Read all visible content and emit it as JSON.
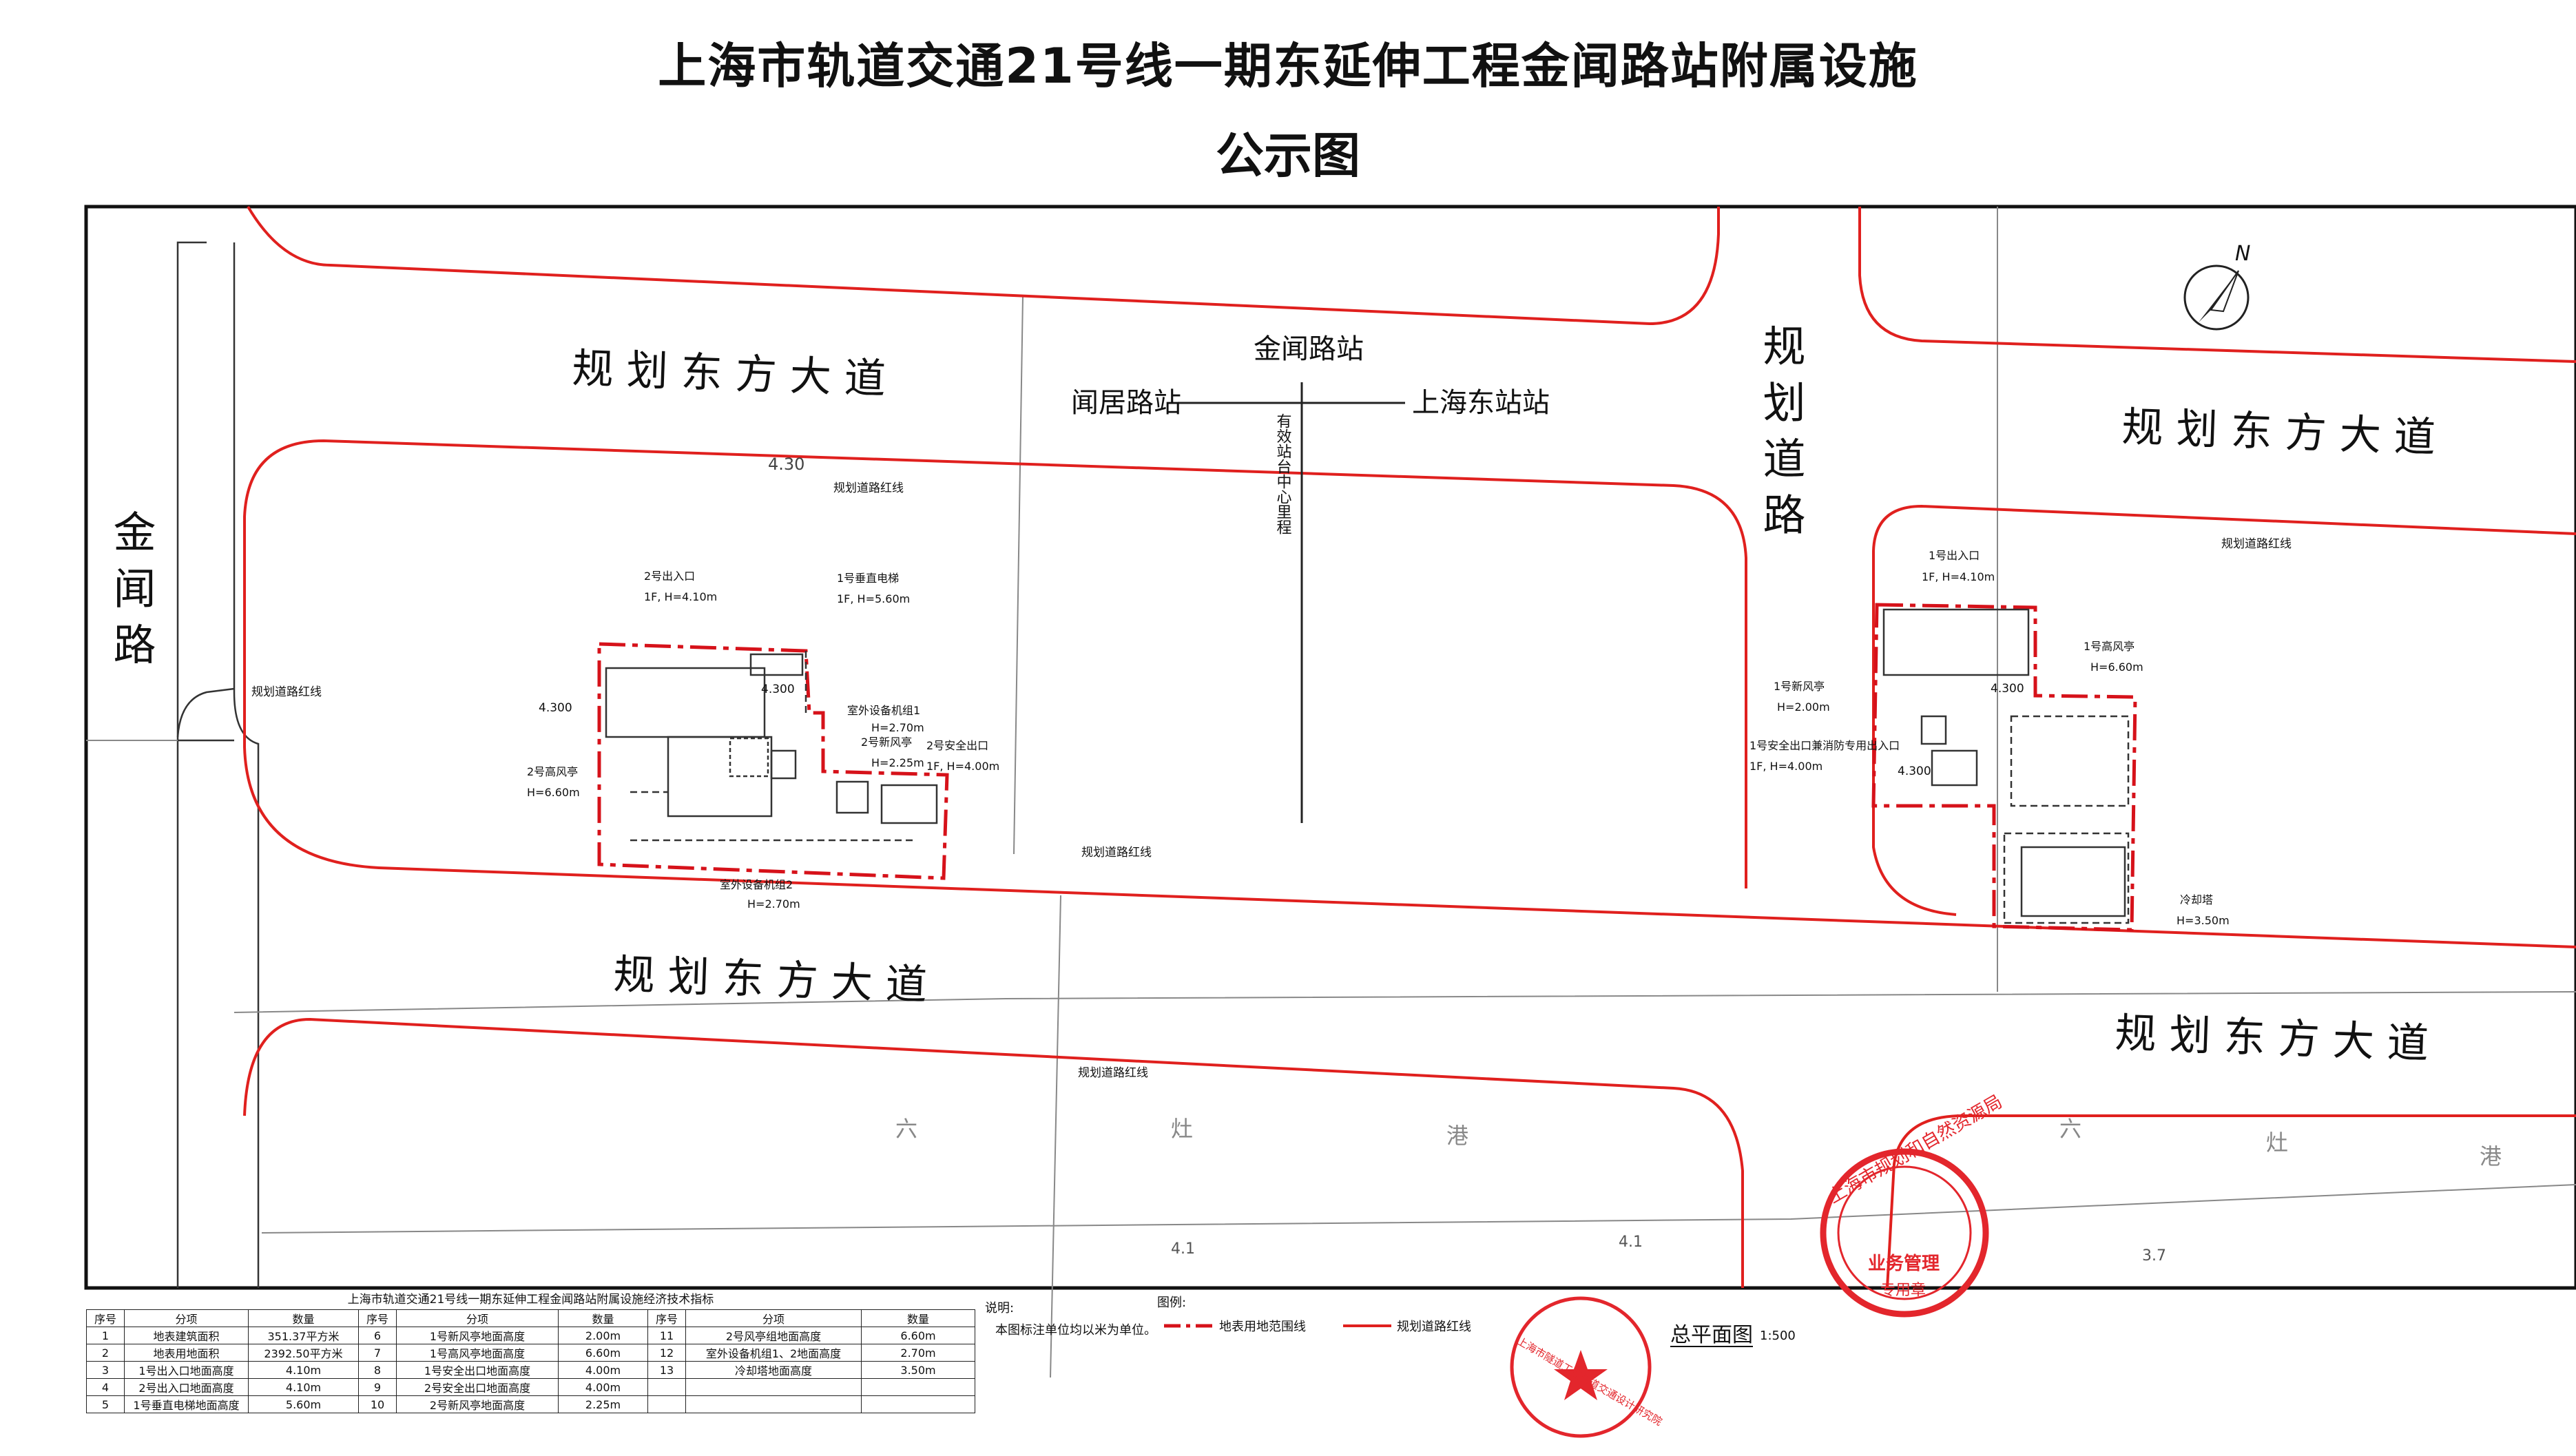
{
  "title": {
    "line1": "上海市轨道交通21号线一期东延伸工程金闻路站附属设施",
    "line2": "公示图"
  },
  "map": {
    "roads": {
      "upper_left": "规 划 东 方 大 道",
      "upper_right": "规 划 东 方 大 道",
      "lower_left": "规 划 东 方 大 道",
      "lower_right": "规 划 东 方 大 道",
      "left_vertical": "金 闻 路",
      "middle_vertical": "规 划 道 路"
    },
    "station": {
      "name": "金闻路站",
      "prev": "闻居路站",
      "next": "上海东站站",
      "center_line": "有效站台中心里程"
    },
    "red_line_label": "规划道路红线",
    "elevations": [
      "4.30",
      "4.300",
      "4.300",
      "4.300",
      "4.300",
      "4.1",
      "4.1",
      "3.7"
    ],
    "river_chars": [
      "六",
      "灶",
      "港",
      "六",
      "灶",
      "港"
    ],
    "west_labels": {
      "exit2": "2号出入口",
      "exit2_spec": "1F, H=4.10m",
      "elevator1": "1号垂直电梯",
      "elevator1_spec": "1F, H=5.60m",
      "outdoor_unit1": "室外设备机组1",
      "outdoor_unit1_spec": "H=2.70m",
      "fresh_air2": "2号新风亭",
      "fresh_air2_spec": "H=2.25m",
      "safe_exit2": "2号安全出口",
      "safe_exit2_spec": "1F, H=4.00m",
      "high_air2": "2号高风亭",
      "high_air2_spec": "H=6.60m",
      "outdoor_unit2": "室外设备机组2",
      "outdoor_unit2_spec": "H=2.70m"
    },
    "east_labels": {
      "exit1": "1号出入口",
      "exit1_spec": "1F, H=4.10m",
      "high_air1": "1号高风亭",
      "high_air1_spec": "H=6.60m",
      "fresh_air1": "1号新风亭",
      "fresh_air1_spec": "H=2.00m",
      "safe_exit1": "1号安全出口兼消防专用出入口",
      "safe_exit1_spec": "1F, H=4.00m",
      "cooling_tower": "冷却塔",
      "cooling_tower_spec": "H=3.50m"
    },
    "north": "N",
    "stamp_text": "上海市规划和自然资源局",
    "stamp_sub": "业务管理",
    "stamp_bottom": "专用章",
    "stamp2_text": "上海市隧道工程轨道交通设计研究院"
  },
  "tech_table": {
    "caption": "上海市轨道交通21号线一期东延伸工程金闻路站附属设施经济技术指标",
    "headers": [
      "序号",
      "分项",
      "数量",
      "序号",
      "分项",
      "数量",
      "序号",
      "分项",
      "数量"
    ],
    "rows": [
      [
        "1",
        "地表建筑面积",
        "351.37平方米",
        "6",
        "1号新风亭地面高度",
        "2.00m",
        "11",
        "2号风亭组地面高度",
        "6.60m"
      ],
      [
        "2",
        "地表用地面积",
        "2392.50平方米",
        "7",
        "1号高风亭地面高度",
        "6.60m",
        "12",
        "室外设备机组1、2地面高度",
        "2.70m"
      ],
      [
        "3",
        "1号出入口地面高度",
        "4.10m",
        "8",
        "1号安全出口地面高度",
        "4.00m",
        "13",
        "冷却塔地面高度",
        "3.50m"
      ],
      [
        "4",
        "2号出入口地面高度",
        "4.10m",
        "9",
        "2号安全出口地面高度",
        "4.00m",
        "",
        "",
        ""
      ],
      [
        "5",
        "1号垂直电梯地面高度",
        "5.60m",
        "10",
        "2号新风亭地面高度",
        "2.25m",
        "",
        "",
        ""
      ]
    ]
  },
  "notes": {
    "heading": "说明:",
    "body": "本图标注单位均以米为单位。"
  },
  "legend": {
    "heading": "图例:",
    "boundary": "地表用地范围线",
    "red_line": "规划道路红线"
  },
  "plan_title": "总平面图",
  "scale": "1:500",
  "colors": {
    "red_line": "#e0201e",
    "boundary": "#d6121a",
    "stamp": "#e3262c",
    "ink": "#222222"
  }
}
